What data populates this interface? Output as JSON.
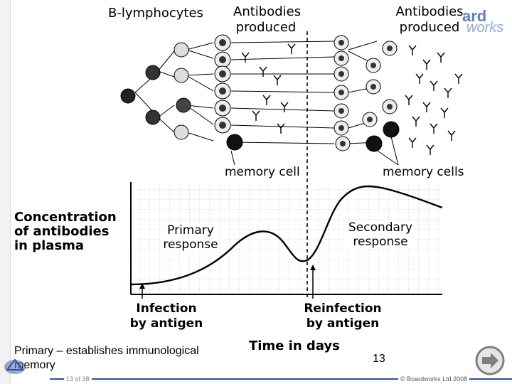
{
  "diagram": {
    "labels": {
      "b_lymphocytes": "B-lymphocytes",
      "antibodies_produced_1_line1": "Antibodies",
      "antibodies_produced_1_line2": "produced",
      "antibodies_produced_2_line1": "Antibodies",
      "antibodies_produced_2_line2": "produced",
      "memory_cell": "memory cell",
      "memory_cells": "memory cells",
      "y_axis_line1": "Concentration",
      "y_axis_line2": "of antibodies",
      "y_axis_line3": "in plasma",
      "primary_line1": "Primary",
      "primary_line2": "response",
      "secondary_line1": "Secondary",
      "secondary_line2": "response",
      "infection_line1": "Infection",
      "infection_line2": "by antigen",
      "reinfection_line1": "Reinfection",
      "reinfection_line2": "by antigen",
      "x_axis": "Time in days"
    }
  },
  "slide": {
    "caption": "Primary – establishes immunological memory",
    "slide_number": "13",
    "page_count": "13 of 38",
    "copyright": "© Boardworks Ltd 2008",
    "logo_line1": "ard",
    "logo_line2": "works"
  },
  "colors": {
    "accent": "#2f4f9f",
    "nav_button": "#7f7f7f"
  }
}
